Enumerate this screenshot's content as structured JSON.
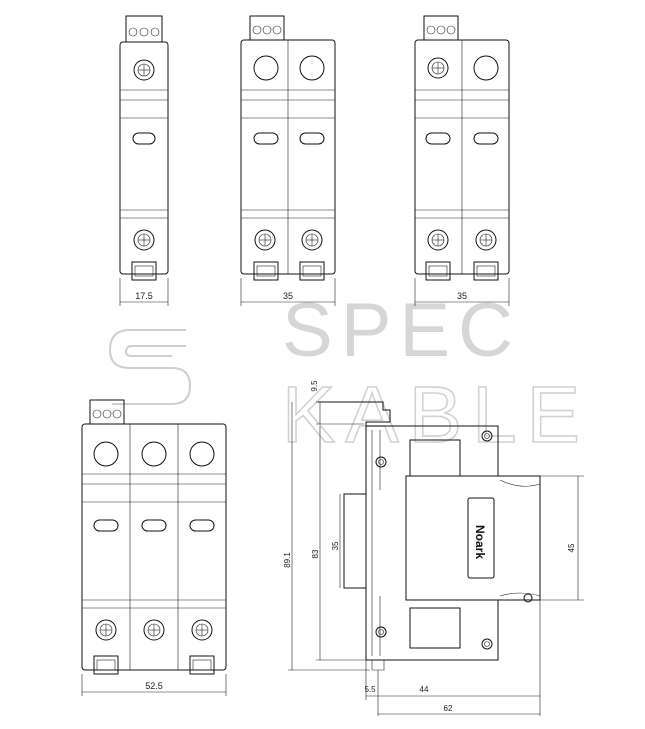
{
  "watermark": {
    "line1": "SPEC",
    "line2": "KABLE"
  },
  "brand_label": "Noark",
  "front_views": [
    {
      "id": "1p",
      "poles": 1,
      "width_label": "17.5"
    },
    {
      "id": "2p",
      "poles": 2,
      "width_label": "35"
    },
    {
      "id": "2p-alt",
      "poles": 2,
      "width_label": "35"
    },
    {
      "id": "3p",
      "poles": 3,
      "width_label": "52.5"
    }
  ],
  "side_view": {
    "dims": {
      "top_height": "9.5",
      "total_height": "89.1",
      "body_height": "83",
      "rail_height": "35",
      "front_height": "45",
      "offset": "5.5",
      "depth_front": "44",
      "total_depth": "62"
    }
  }
}
